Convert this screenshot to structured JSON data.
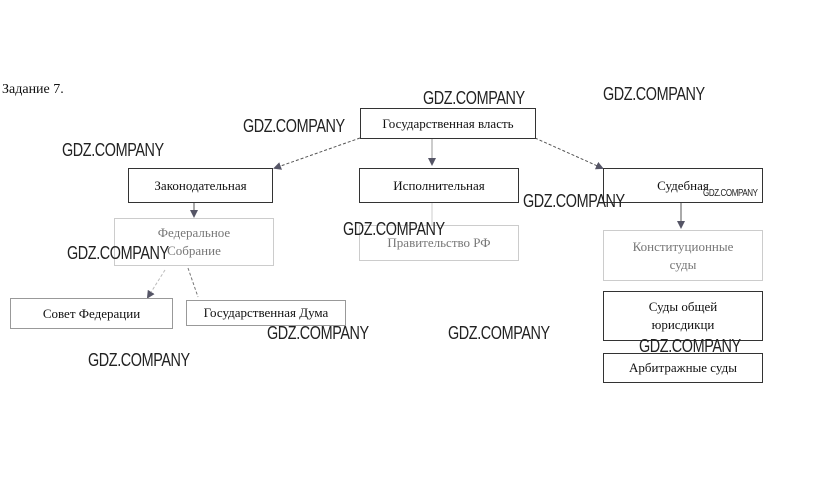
{
  "task_title": "Задание 7.",
  "nodes": {
    "root": "Государственная власть",
    "legislative": "Законодательная",
    "executive": "Исполнительная",
    "judicial": "Судебная",
    "federal_assembly": "Федеральное Собрание",
    "government": "Правительство РФ",
    "constitutional_courts": "Конституционные суды",
    "general_courts": "Суды общей юрисдикци",
    "arbitration_courts": "Арбитражные суды",
    "federation_council": "Совет Федерации",
    "state_duma": "Государственная Дума"
  },
  "watermark": "GDZ.COMPANY"
}
